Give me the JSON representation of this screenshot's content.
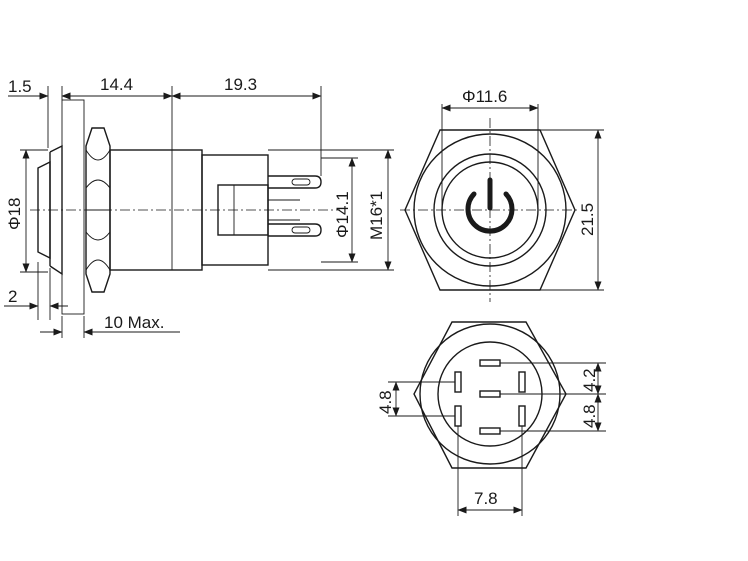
{
  "side_view": {
    "labels": {
      "panel_thickness": "1.5",
      "front_to_nut": "14.4",
      "body_length": "19.3",
      "cap_diameter": "Φ18",
      "terminal_width": "Φ14.1",
      "thread": "M16*1",
      "bezel_thickness": "2",
      "panel_max": "10 Max."
    }
  },
  "front_view": {
    "labels": {
      "inner_diameter": "Φ11.6",
      "across_flats": "21.5"
    },
    "symbol": "power-symbol-icon"
  },
  "rear_view": {
    "labels": {
      "pin_spacing_top": "4.2",
      "pin_spacing_right": "4.8",
      "pin_spacing_left": "4.8",
      "pin_pitch_bottom": "7.8"
    }
  }
}
